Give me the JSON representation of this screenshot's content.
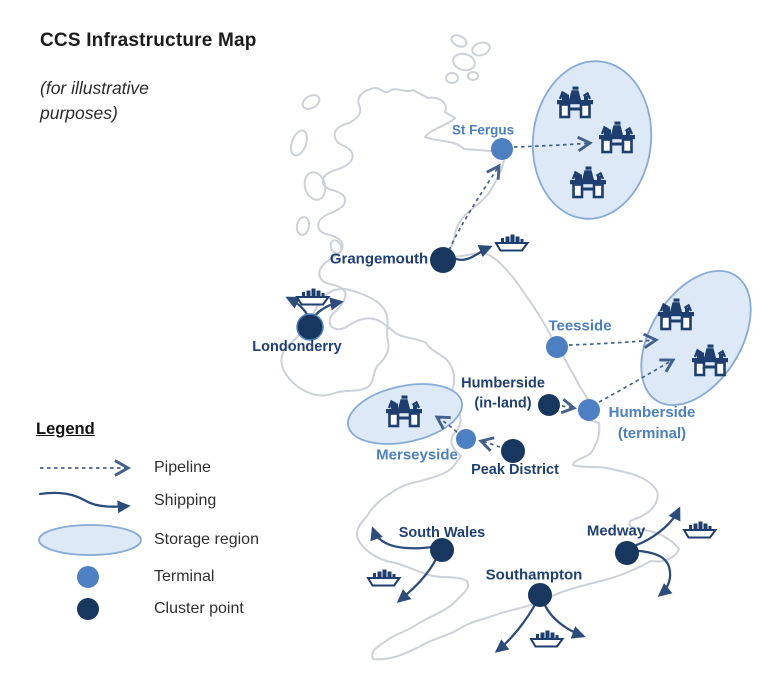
{
  "title": "CCS Infrastructure Map",
  "subtitle": "(for illustrative purposes)",
  "legend": {
    "heading": "Legend",
    "pipeline": "Pipeline",
    "shipping": "Shipping",
    "storage_region": "Storage region",
    "terminal": "Terminal",
    "cluster_point": "Cluster point"
  },
  "locations": {
    "st_fergus": {
      "label": "St Fergus",
      "type": "terminal"
    },
    "grangemouth": {
      "label": "Grangemouth",
      "type": "cluster"
    },
    "londonderry": {
      "label": "Londonderry",
      "type": "cluster"
    },
    "teesside": {
      "label": "Teesside",
      "type": "terminal"
    },
    "humberside_inland": {
      "label1": "Humberside",
      "label2": "(in-land)",
      "type": "cluster"
    },
    "humberside_terminal": {
      "label1": "Humberside",
      "label2": "(terminal)",
      "type": "terminal"
    },
    "merseyside": {
      "label": "Merseyside",
      "type": "terminal"
    },
    "peak_district": {
      "label": "Peak District",
      "type": "cluster"
    },
    "south_wales": {
      "label": "South Wales",
      "type": "cluster"
    },
    "medway": {
      "label": "Medway",
      "type": "cluster"
    },
    "southampton": {
      "label": "Southampton",
      "type": "cluster"
    }
  },
  "storage_regions": [
    {
      "id": "offshore-ne-of-st-fergus",
      "platform_icons": 3
    },
    {
      "id": "offshore-east-of-teesside-humberside",
      "platform_icons": 2
    },
    {
      "id": "merseyside-region",
      "platform_icons": 1
    }
  ],
  "ship_icon_count": 5,
  "colors": {
    "terminal_blue": "#4c80c2",
    "cluster_navy": "#17375e",
    "terminal_label": "#4c80c2",
    "cluster_label": "#1f4077",
    "storage_fill": "#dde9f6",
    "storage_stroke": "#87abd6",
    "pipeline": "#44618c",
    "shipping": "#2c4c7c",
    "icon_navy": "#1d3e6e",
    "coastline_gray": "#cdd1d8"
  }
}
